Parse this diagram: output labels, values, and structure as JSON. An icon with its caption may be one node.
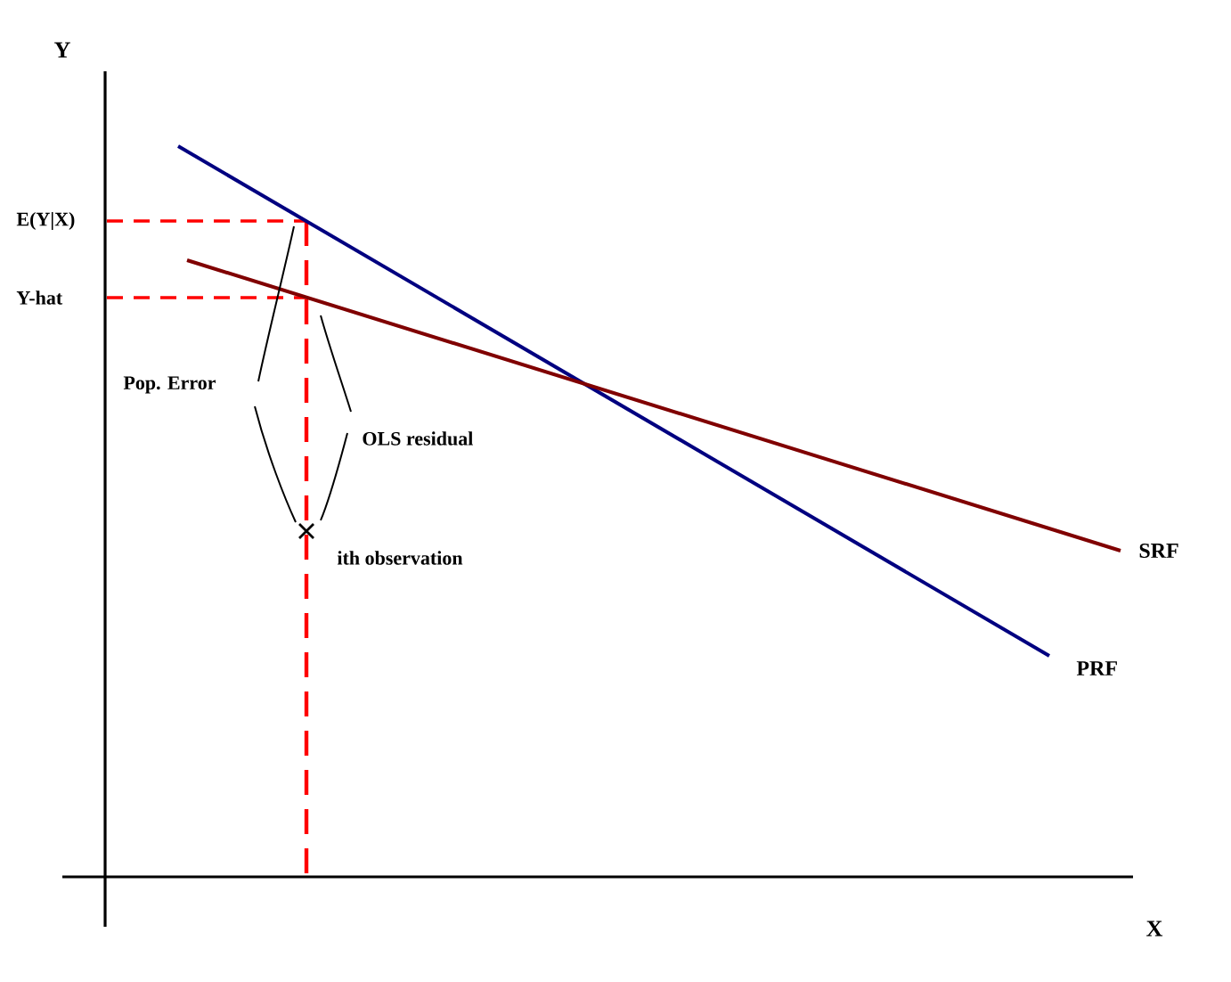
{
  "diagram": {
    "labels": [
      "Y",
      "E(Y|X)",
      "Y-hat",
      "Pop. Error",
      "OLS residual",
      "ith observation",
      "SRF",
      "PRF",
      "X"
    ]
  }
}
